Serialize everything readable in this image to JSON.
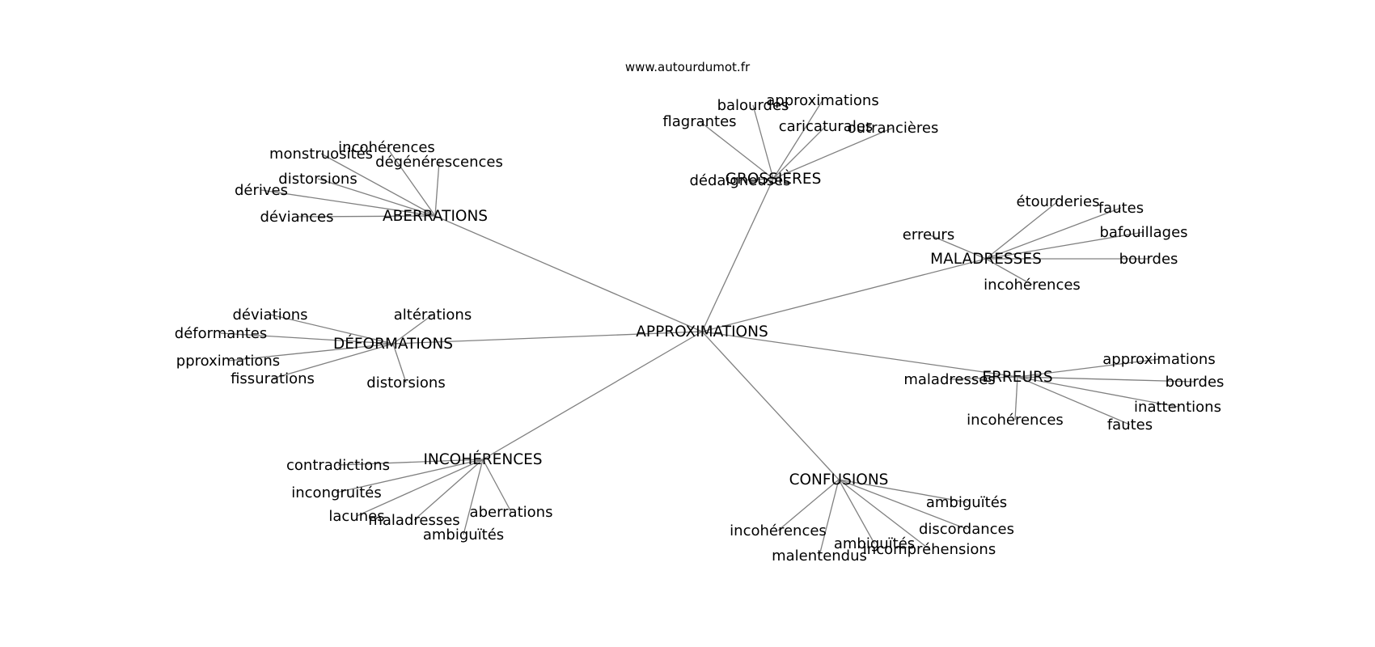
{
  "site_url": "www.autourdumot.fr",
  "center": {
    "label": "APPROXIMATIONS"
  },
  "hubs": [
    {
      "label": "ABERRATIONS",
      "words": [
        "incohérences",
        "monstruosités",
        "dégénérescences",
        "distorsions",
        "dérives",
        "déviances"
      ]
    },
    {
      "label": "GROSSIÈRES",
      "words": [
        "balourdes",
        "approximations",
        "flagrantes",
        "caricaturales",
        "outrancières",
        "dédaigneuses"
      ]
    },
    {
      "label": "MALADRESSES",
      "words": [
        "étourderies",
        "fautes",
        "erreurs",
        "bafouillages",
        "bourdes",
        "incohérences"
      ]
    },
    {
      "label": "DÉFORMATIONS",
      "words": [
        "déviations",
        "altérations",
        "déformantes",
        "pproximations",
        "fissurations",
        "distorsions"
      ]
    },
    {
      "label": "ERREURS",
      "words": [
        "approximations",
        "bourdes",
        "maladresses",
        "inattentions",
        "fautes",
        "incohérences"
      ]
    },
    {
      "label": "INCOHÉRENCES",
      "words": [
        "contradictions",
        "incongruités",
        "lacunes",
        "maladresses",
        "aberrations",
        "ambiguïtés"
      ]
    },
    {
      "label": "CONFUSIONS",
      "words": [
        "ambiguïtés",
        "incohérences",
        "discordances",
        "ambiguïtés",
        "incompréhensions",
        "malentendus"
      ]
    }
  ]
}
